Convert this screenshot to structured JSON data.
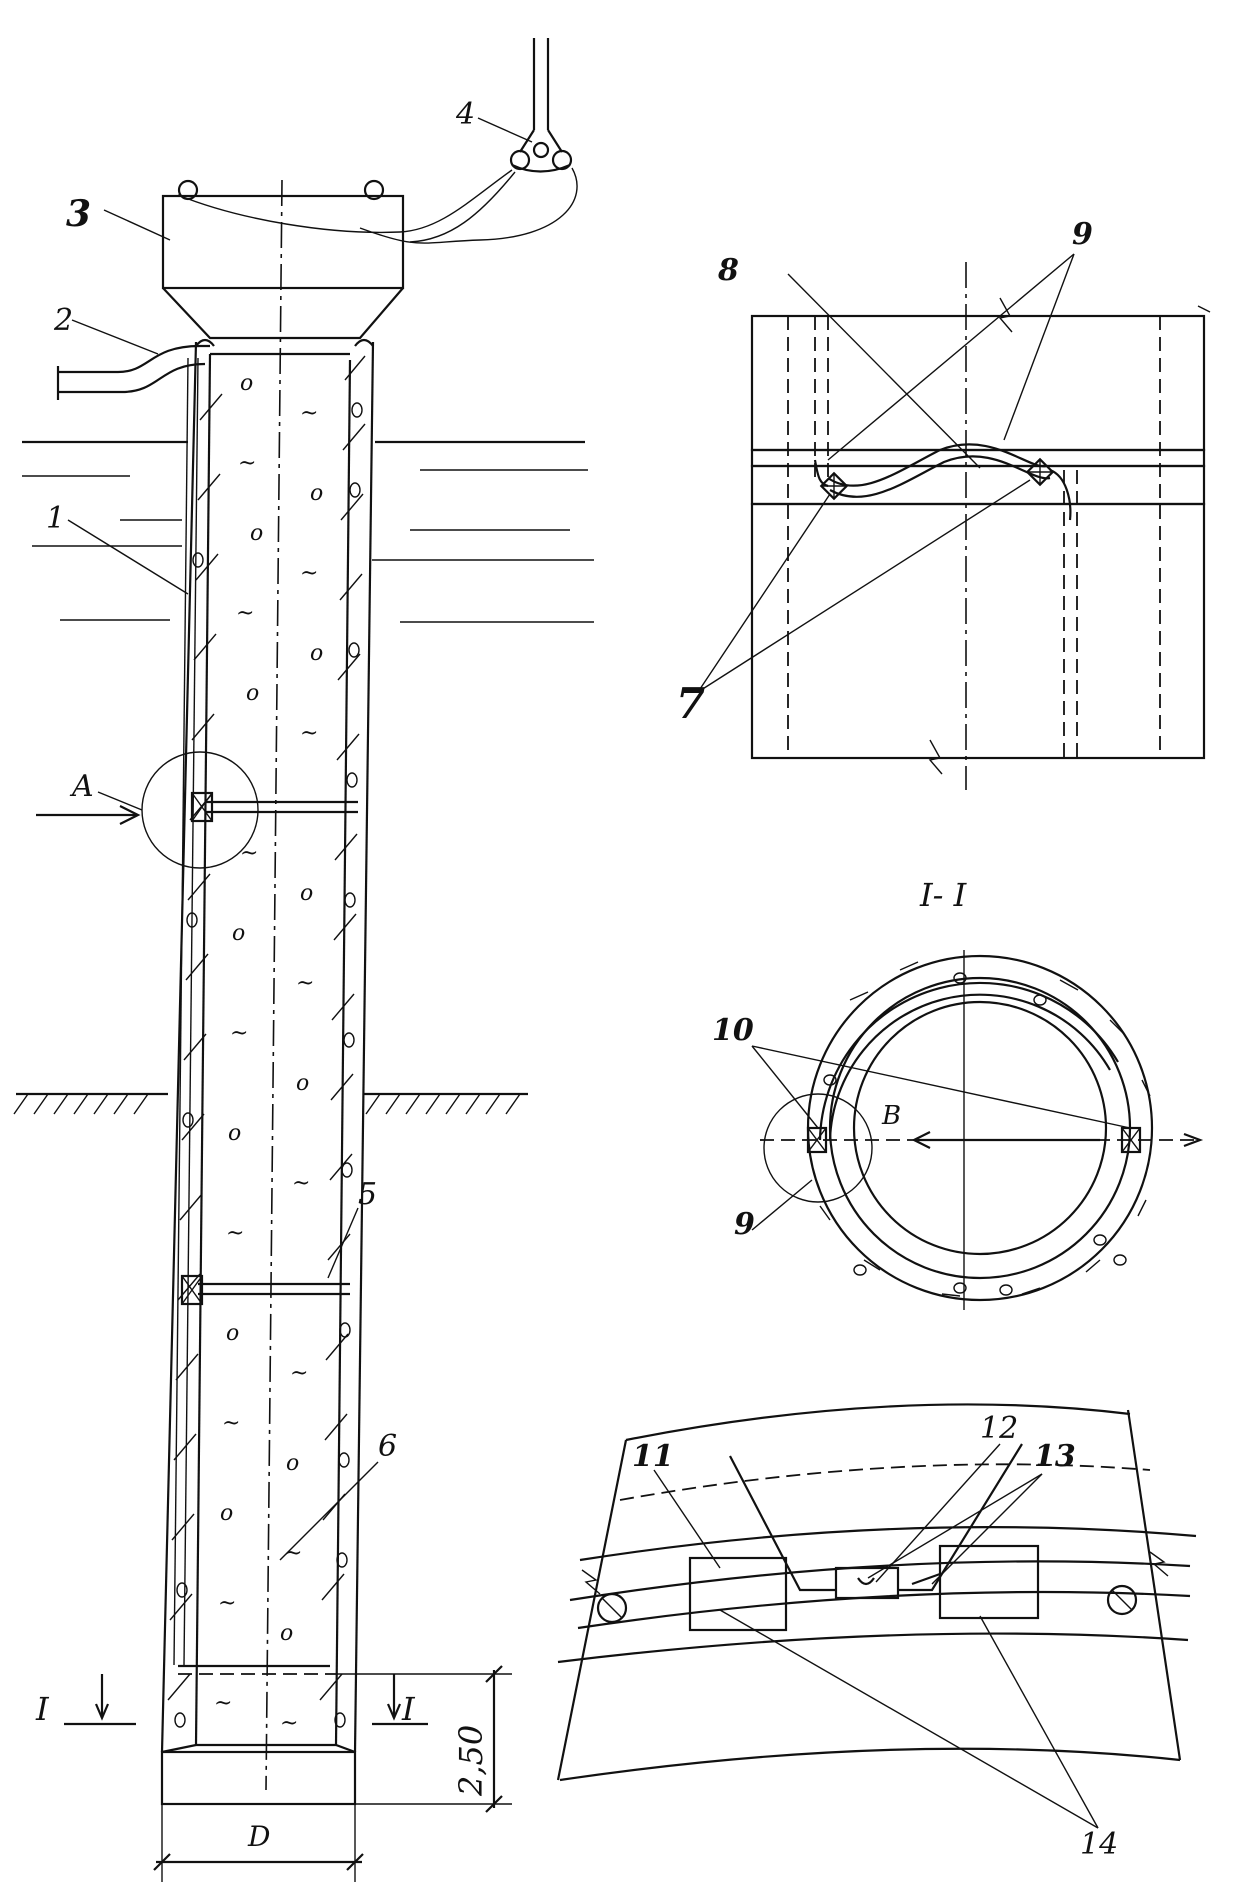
{
  "labels": {
    "l1": "1",
    "l2": "2",
    "l3": "3",
    "l4": "4",
    "l5": "5",
    "l6": "6",
    "l7": "7",
    "l8": "8",
    "l9_top": "9",
    "l9_section": "9",
    "l10": "10",
    "l11": "11",
    "l12": "12",
    "l13": "13",
    "l14": "14",
    "detail_a": "A",
    "detail_b": "B",
    "section_mark_left": "I",
    "section_mark_right": "I",
    "section_title": "I- I",
    "dim_height": "2,50",
    "dim_diameter": "D"
  }
}
